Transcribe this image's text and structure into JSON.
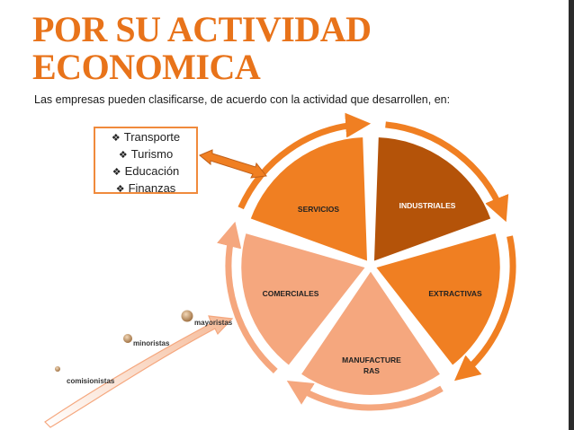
{
  "title": "POR SU ACTIVIDAD ECONOMICA",
  "subtitle": "Las empresas pueden clasificarse, de acuerdo con la actividad que desarrollen, en:",
  "callout": {
    "items": [
      "Transporte",
      "Turismo",
      "Educación",
      "Finanzas"
    ]
  },
  "cycle": {
    "segments": [
      {
        "label": "INDUSTRIALES",
        "color": "#b45309"
      },
      {
        "label": "EXTRACTIVAS",
        "color": "#f07f22"
      },
      {
        "label": "MANUFACTURE RAS",
        "color": "#f5a77e"
      },
      {
        "label": "COMERCIALES",
        "color": "#f5a77e"
      },
      {
        "label": "SERVICIOS",
        "color": "#f07f22"
      }
    ]
  },
  "commerce_steps": [
    "comisionistas",
    "minoristas",
    "mayoristas"
  ],
  "colors": {
    "accent": "#e8731a",
    "dark_orange": "#b45309",
    "light_orange": "#f5a77e"
  }
}
